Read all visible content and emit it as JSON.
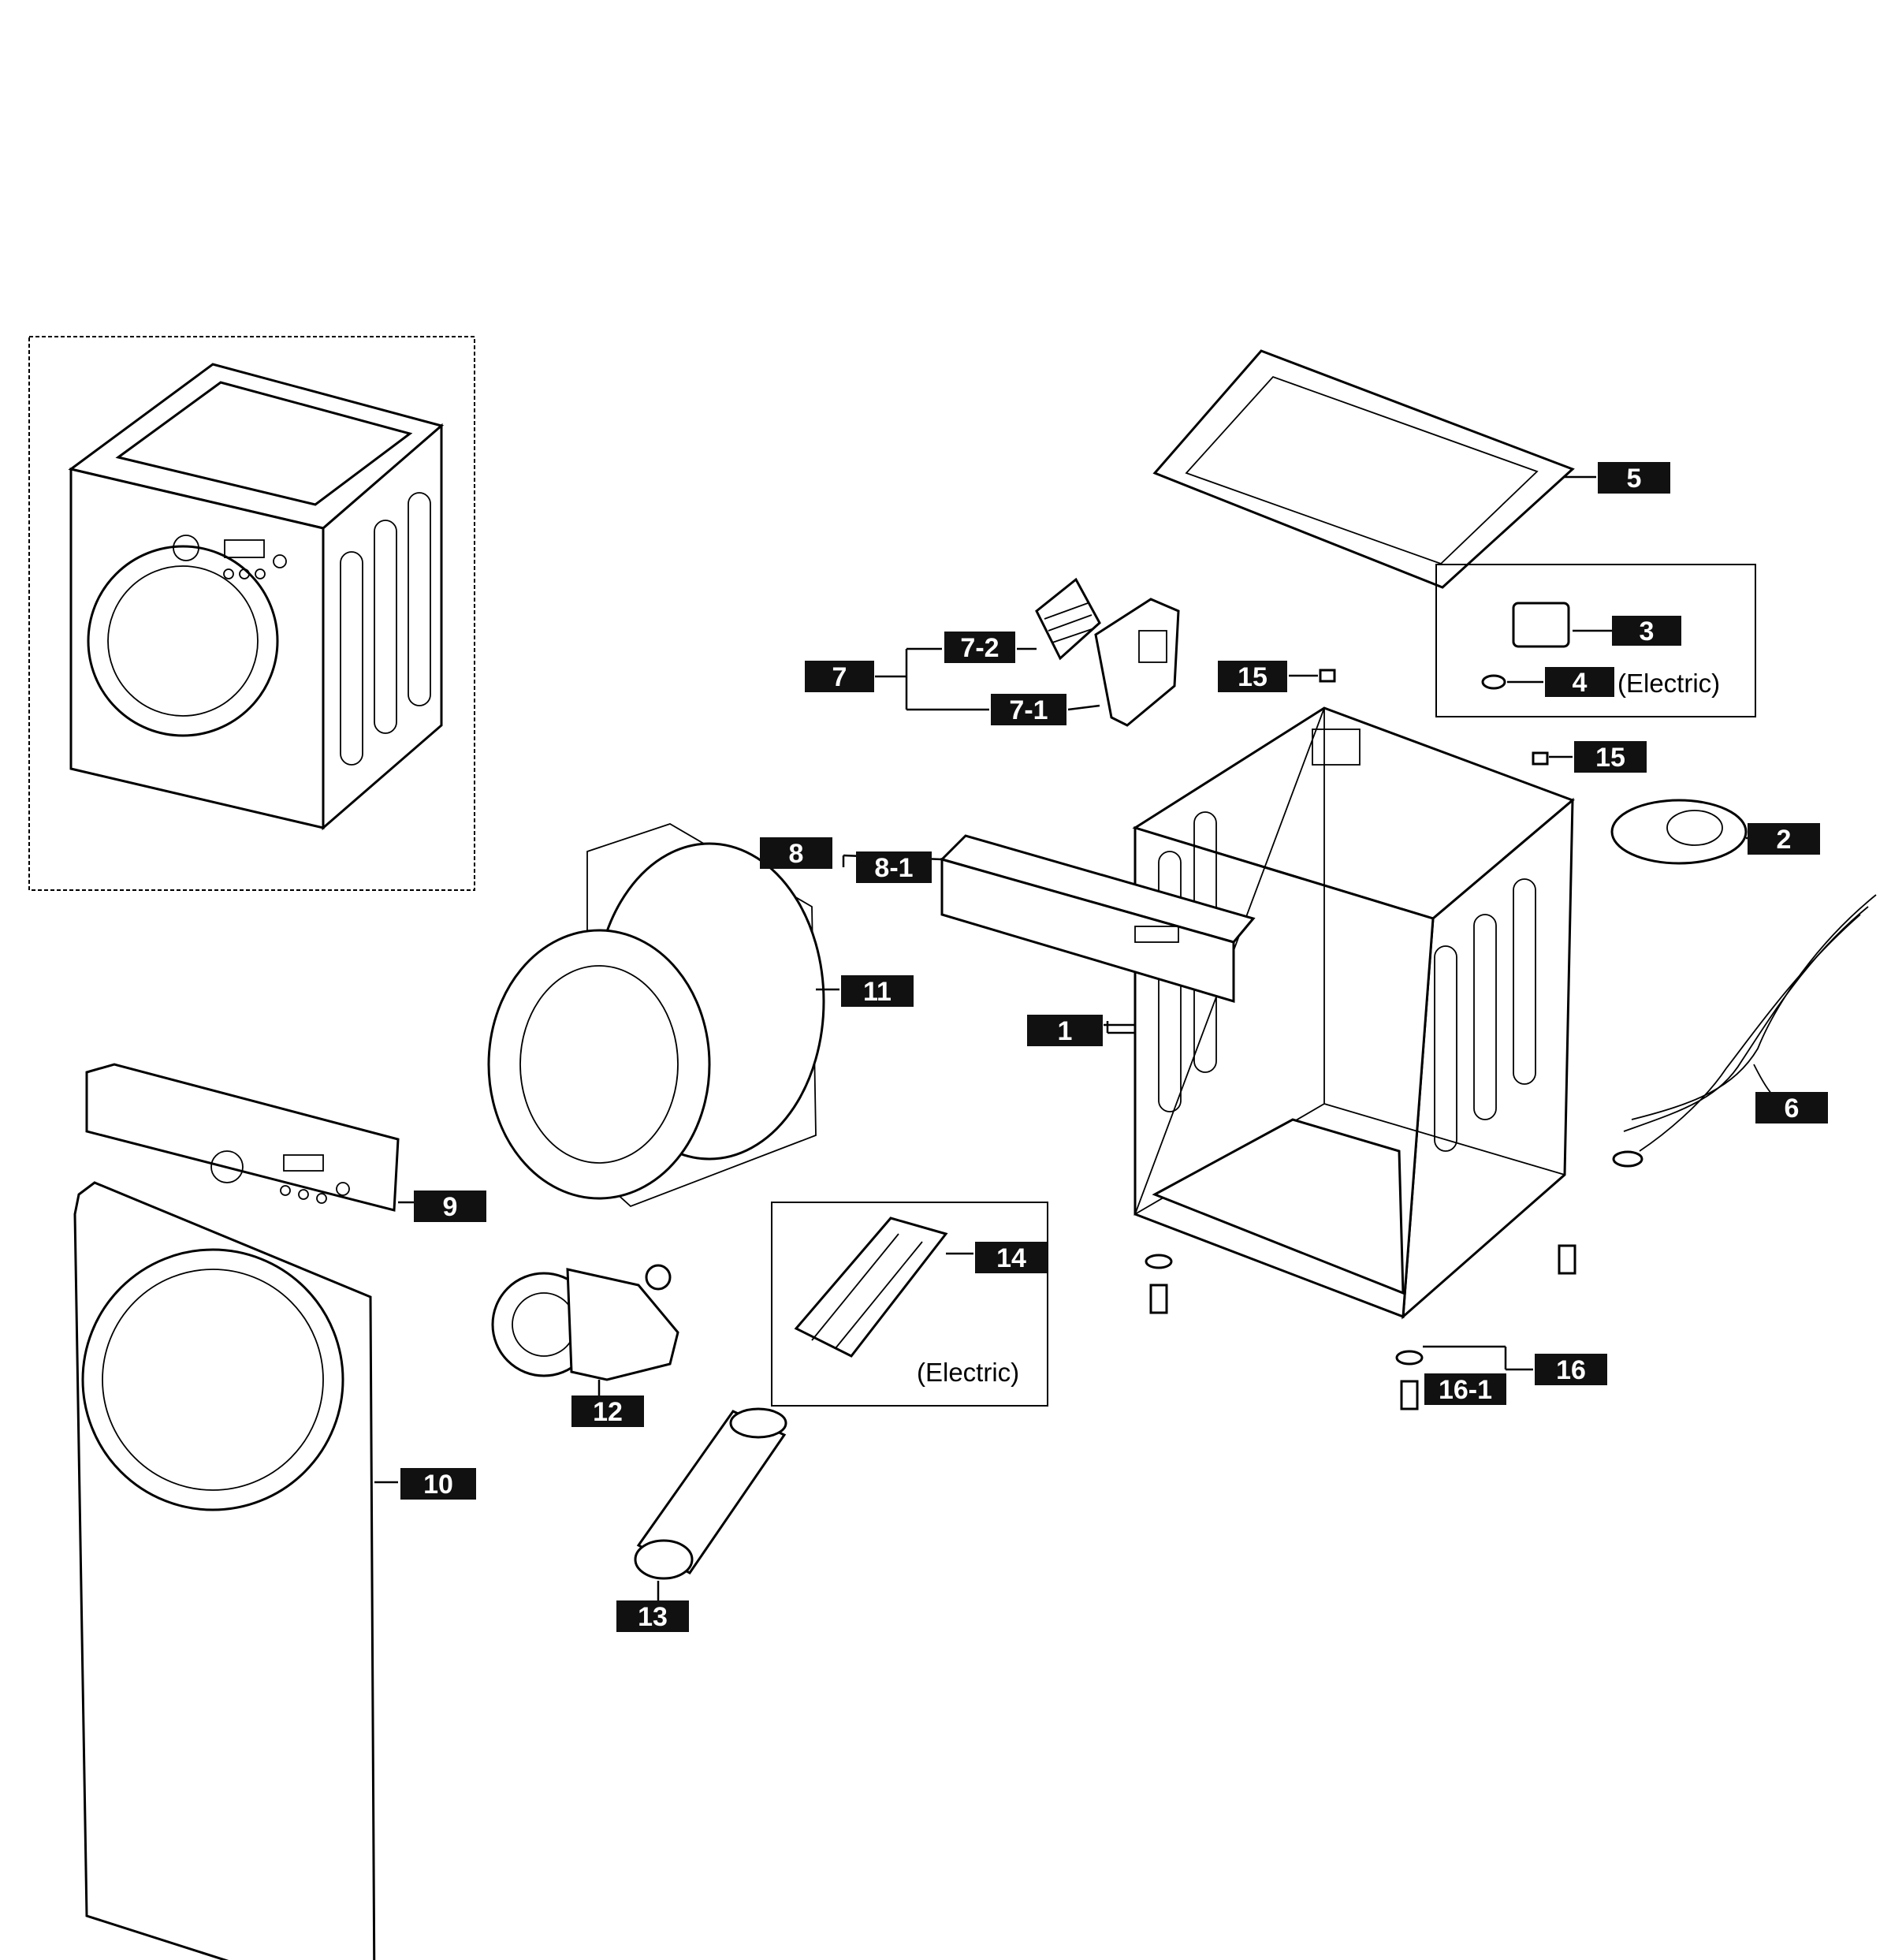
{
  "diagram": {
    "labels": {
      "p1": "1",
      "p2": "2",
      "p3": "3",
      "p4": "4",
      "p5": "5",
      "p6": "6",
      "p7": "7",
      "p7_1": "7-1",
      "p7_2": "7-2",
      "p8": "8",
      "p8_1": "8-1",
      "p9": "9",
      "p10": "10",
      "p11": "11",
      "p12": "12",
      "p13": "13",
      "p14": "14",
      "p15a": "15",
      "p15b": "15",
      "p16": "16",
      "p16_1": "16-1"
    },
    "notes": {
      "electric_heater": "(Electric)",
      "electric_sensor": "(Electric)"
    }
  }
}
